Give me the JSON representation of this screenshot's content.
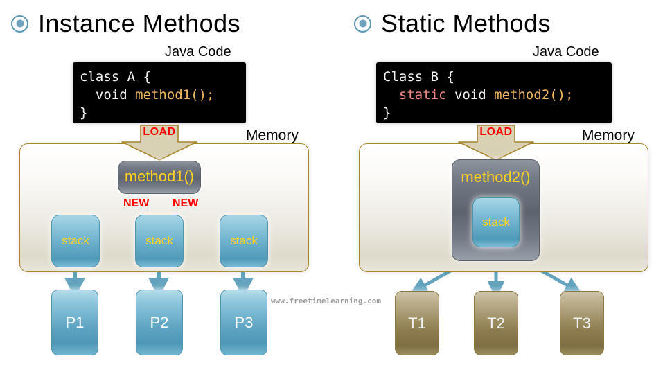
{
  "panels": [
    {
      "id": "instance",
      "bullet_icon": "radio-dot-icon",
      "heading": "Instance  Methods",
      "code_label": "Java Code",
      "code": {
        "line1_plain": "class A {",
        "line2_pre": "  void ",
        "line2_method": "method1();",
        "line3_plain": "}"
      },
      "load_label": "LOAD",
      "memory_label": "Memory",
      "method_label": "method1()",
      "new_labels": [
        "NEW",
        "NEW"
      ],
      "stacks": [
        "stack",
        "stack",
        "stack"
      ],
      "terminals": [
        "P1",
        "P2",
        "P3"
      ]
    },
    {
      "id": "static",
      "bullet_icon": "radio-dot-icon",
      "heading": "Static Methods",
      "code_label": "Java Code",
      "code": {
        "line1_plain": "Class B {",
        "line2_indent": "  ",
        "line2_static": "static",
        "line2_void": " void ",
        "line2_method": "method2();",
        "line3_plain": "}"
      },
      "load_label": "LOAD",
      "memory_label": "Memory",
      "method_label": "method2()",
      "stacks": [
        "stack"
      ],
      "terminals": [
        "T1",
        "T2",
        "T3"
      ]
    }
  ],
  "watermark": "www.freetimelearning.com",
  "colors": {
    "bullet": "#6fa3bd",
    "load_text": "#ff0000",
    "new_text": "#ff0000",
    "method_text": "#ffd21e",
    "stack_text": "#ffd21e",
    "code_bg": "#000000",
    "code_method": "#f0b860",
    "code_static": "#f08a84",
    "memory_border": "#a8862c",
    "blue_box": "#5fa4c2",
    "gold_box": "#8d7c4e",
    "arrow_pink": "#fa8884",
    "arrow_teal": "#64a3bd"
  }
}
